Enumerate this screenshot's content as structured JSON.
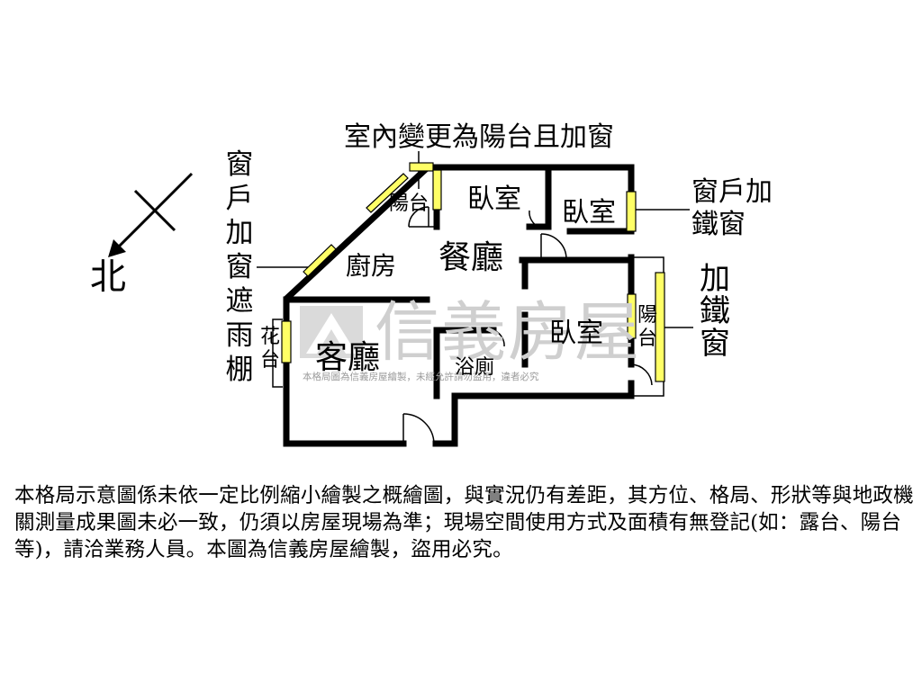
{
  "colors": {
    "wall": "#000000",
    "window": "#ffff66",
    "watermark": "#c8c8c8"
  },
  "compass": {
    "north_label": "北"
  },
  "annotations": {
    "top": "室內變更為陽台且加窗",
    "right_top": "窗戶加鐵窗",
    "right_mid": "加鐵窗",
    "left": "窗戶加窗遮雨棚",
    "flower_box": "花台"
  },
  "rooms": {
    "balcony_top": "陽台",
    "bedroom1": "臥室",
    "bedroom2": "臥室",
    "bedroom3": "臥室",
    "dining": "餐廳",
    "kitchen": "廚房",
    "living": "客廳",
    "bathroom": "浴廁",
    "balcony_right": "陽台"
  },
  "watermark": {
    "brand": "信義房屋",
    "notice": "本格局圖為信義房屋繪製，未經允許請勿盜用，違者必究"
  },
  "disclaimer": "本格局示意圖係未依一定比例縮小繪製之概繪圖，與實況仍有差距，其方位、格局、形狀等與地政機關測量成果圖未必一致，仍須以房屋現場為準；現場空間使用方式及面積有無登記(如：露台、陽台等)，請洽業務人員。本圖為信義房屋繪製，盜用必究。"
}
